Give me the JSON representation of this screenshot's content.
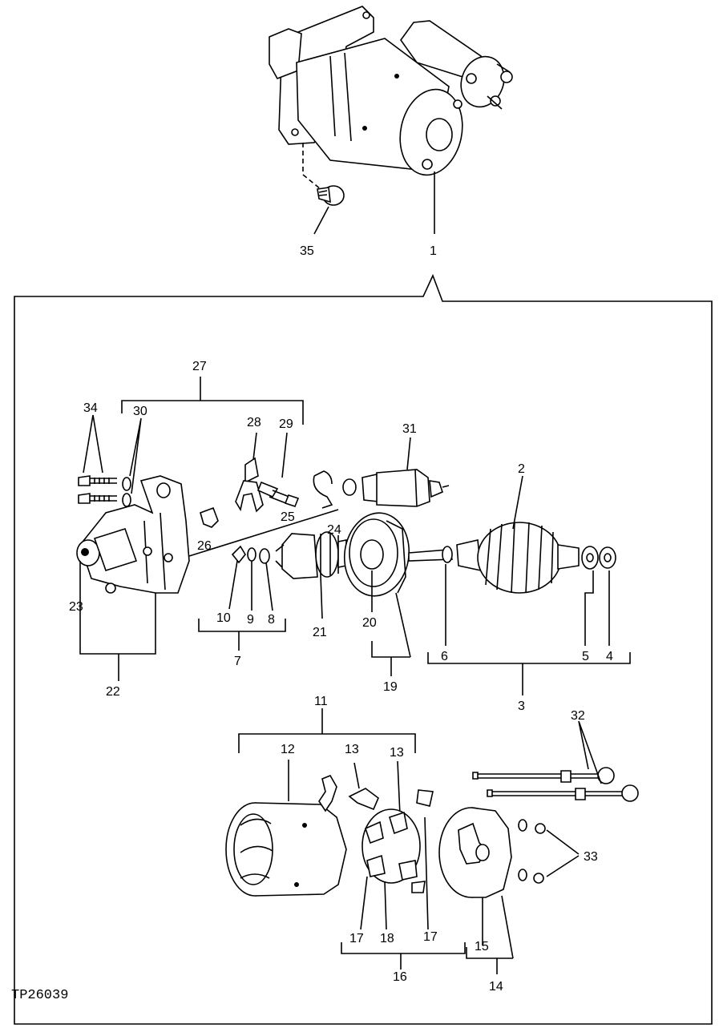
{
  "figure_ref": "TP26039",
  "callouts": {
    "n1": "1",
    "n2": "2",
    "n3": "3",
    "n4": "4",
    "n5": "5",
    "n6": "6",
    "n7": "7",
    "n8": "8",
    "n9": "9",
    "n10": "10",
    "n11": "11",
    "n12": "12",
    "n13a": "13",
    "n13b": "13",
    "n14": "14",
    "n15": "15",
    "n16": "16",
    "n17a": "17",
    "n17b": "17",
    "n18": "18",
    "n19": "19",
    "n20": "20",
    "n21": "21",
    "n22": "22",
    "n23": "23",
    "n24": "24",
    "n25": "25",
    "n26": "26",
    "n27": "27",
    "n28": "28",
    "n29": "29",
    "n30": "30",
    "n31": "31",
    "n32": "32",
    "n33": "33",
    "n34": "34",
    "n35": "35"
  },
  "parts": {
    "starter_assembly": "starter-motor-assembly",
    "bolt": "mounting-bolt",
    "armature": "armature",
    "drive_end_housing": "drive-end-housing",
    "solenoid": "solenoid",
    "shift_lever": "shift-lever",
    "pinion_drive": "pinion-drive",
    "dust_cover": "dust-cover",
    "field_frame": "field-frame",
    "brush_holder": "brush-holder-plate",
    "commutator_end_cover": "commutator-end-cover",
    "through_bolts": "through-bolts"
  }
}
